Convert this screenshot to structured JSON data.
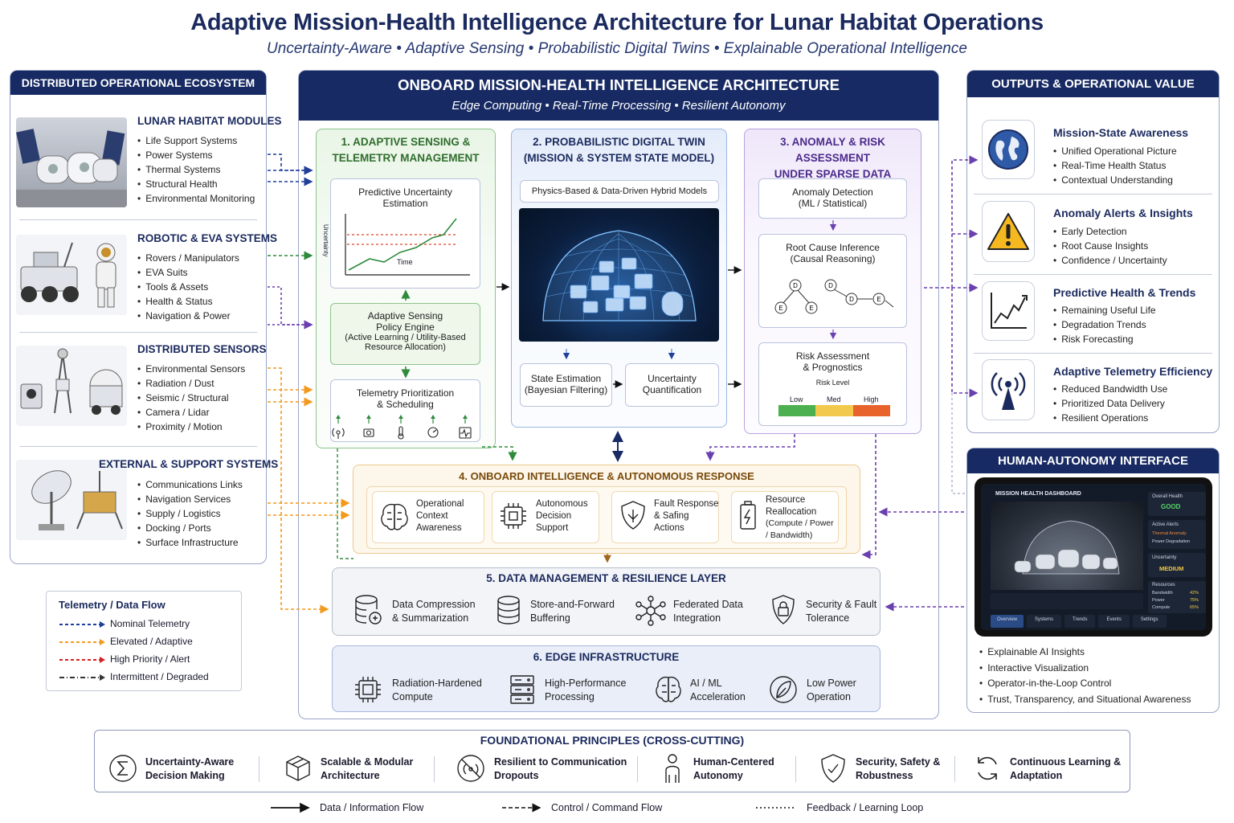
{
  "header": {
    "title": "Adaptive Mission-Health Intelligence Architecture for Lunar Habitat Operations",
    "subtitle": "Uncertainty-Aware • Adaptive Sensing • Probabilistic Digital Twins • Explainable Operational Intelligence"
  },
  "left": {
    "title": "DISTRIBUTED OPERATIONAL ECOSYSTEM",
    "groups": [
      {
        "name": "LUNAR HABITAT MODULES",
        "items": [
          "Life Support Systems",
          "Power Systems",
          "Thermal Systems",
          "Structural Health",
          "Environmental Monitoring"
        ]
      },
      {
        "name": "ROBOTIC & EVA SYSTEMS",
        "items": [
          "Rovers / Manipulators",
          "EVA Suits",
          "Tools & Assets",
          "Health & Status",
          "Navigation & Power"
        ]
      },
      {
        "name": "DISTRIBUTED SENSORS",
        "items": [
          "Environmental Sensors",
          "Radiation / Dust",
          "Seismic / Structural",
          "Camera / Lidar",
          "Proximity / Motion"
        ]
      },
      {
        "name": "EXTERNAL & SUPPORT SYSTEMS",
        "items": [
          "Communications Links",
          "Navigation Services",
          "Supply / Logistics",
          "Docking / Ports",
          "Surface Infrastructure"
        ]
      }
    ]
  },
  "legend": {
    "title": "Telemetry / Data Flow",
    "items": [
      {
        "label": "Nominal Telemetry",
        "color": "#1f3f9a"
      },
      {
        "label": "Elevated / Adaptive",
        "color": "#f39a1e"
      },
      {
        "label": "High Priority / Alert",
        "color": "#d62020"
      },
      {
        "label": "Intermittent / Degraded",
        "color": "#333333"
      }
    ]
  },
  "center": {
    "title": "ONBOARD MISSION-HEALTH INTELLIGENCE ARCHITECTURE",
    "subtitle": "Edge Computing • Real-Time Processing • Resilient Autonomy",
    "s1": {
      "title_l1": "1. ADAPTIVE SENSING &",
      "title_l2": "TELEMETRY MANAGEMENT",
      "chart_title_l1": "Predictive Uncertainty",
      "chart_title_l2": "Estimation",
      "chart_ylabel": "Uncertainty",
      "chart_xlabel": "Time",
      "policy_l1": "Adaptive Sensing",
      "policy_l2": "Policy Engine",
      "policy_d1": "(Active Learning / Utility-Based",
      "policy_d2": "Resource Allocation)",
      "prio_l1": "Telemetry Prioritization",
      "prio_l2": "& Scheduling"
    },
    "s2": {
      "title_l1": "2. PROBABILISTIC DIGITAL TWIN",
      "title_l2": "(MISSION & SYSTEM STATE MODEL)",
      "models": "Physics-Based & Data-Driven Hybrid Models",
      "state_l1": "State Estimation",
      "state_l2": "(Bayesian Filtering)",
      "uq_l1": "Uncertainty",
      "uq_l2": "Quantification"
    },
    "s3": {
      "title_l1": "3. ANOMALY & RISK ASSESSMENT",
      "title_l2": "UNDER SPARSE DATA",
      "anom_l1": "Anomaly Detection",
      "anom_l2": "(ML / Statistical)",
      "root_l1": "Root Cause Inference",
      "root_l2": "(Causal Reasoning)",
      "risk_l1": "Risk Assessment",
      "risk_l2": "& Prognostics",
      "risk_level": "Risk Level",
      "low": "Low",
      "med": "Med",
      "high": "High",
      "node_a": "D",
      "node_b": "E"
    },
    "s4": {
      "title": "4. ONBOARD INTELLIGENCE & AUTONOMOUS RESPONSE",
      "items": [
        {
          "l1": "Operational",
          "l2": "Context",
          "l3": "Awareness"
        },
        {
          "l1": "Autonomous",
          "l2": "Decision",
          "l3": "Support"
        },
        {
          "l1": "Fault Response",
          "l2": "& Safing",
          "l3": "Actions"
        },
        {
          "l1": "Resource",
          "l2": "Reallocation",
          "l3": "(Compute / Power",
          "l4": "/ Bandwidth)"
        }
      ]
    },
    "s5": {
      "title": "5. DATA MANAGEMENT & RESILIENCE LAYER",
      "items": [
        {
          "l1": "Data Compression",
          "l2": "& Summarization"
        },
        {
          "l1": "Store-and-Forward",
          "l2": "Buffering"
        },
        {
          "l1": "Federated Data",
          "l2": "Integration"
        },
        {
          "l1": "Security & Fault",
          "l2": "Tolerance"
        }
      ]
    },
    "s6": {
      "title": "6. EDGE INFRASTRUCTURE",
      "items": [
        {
          "l1": "Radiation-Hardened",
          "l2": "Compute"
        },
        {
          "l1": "High-Performance",
          "l2": "Processing"
        },
        {
          "l1": "AI / ML",
          "l2": "Acceleration"
        },
        {
          "l1": "Low Power",
          "l2": "Operation"
        }
      ]
    }
  },
  "right": {
    "title": "OUTPUTS & OPERATIONAL VALUE",
    "groups": [
      {
        "name": "Mission-State Awareness",
        "items": [
          "Unified Operational Picture",
          "Real-Time Health Status",
          "Contextual Understanding"
        ]
      },
      {
        "name": "Anomaly Alerts & Insights",
        "items": [
          "Early Detection",
          "Root Cause Insights",
          "Confidence / Uncertainty"
        ]
      },
      {
        "name": "Predictive Health & Trends",
        "items": [
          "Remaining Useful Life",
          "Degradation Trends",
          "Risk Forecasting"
        ]
      },
      {
        "name": "Adaptive Telemetry Efficiency",
        "items": [
          "Reduced Bandwidth Use",
          "Prioritized Data Delivery",
          "Resilient Operations"
        ]
      }
    ],
    "hai": {
      "title": "HUMAN-AUTONOMY INTERFACE",
      "dashboard": {
        "title": "MISSION HEALTH DASHBOARD",
        "overall_label": "Overall Health",
        "overall_value": "GOOD",
        "alerts_label": "Active Alerts",
        "alert1": "Thermal Anomaly",
        "alert2": "Power Degradation",
        "unc_label": "Uncertainty",
        "unc_value": "MEDIUM",
        "res_label": "Resources",
        "res": [
          {
            "name": "Bandwidth",
            "value": "42%"
          },
          {
            "name": "Power",
            "value": "75%"
          },
          {
            "name": "Compute",
            "value": "65%"
          }
        ],
        "tabs": [
          "Overview",
          "Systems",
          "Trends",
          "Events",
          "Settings"
        ]
      },
      "items": [
        "Explainable AI Insights",
        "Interactive Visualization",
        "Operator-in-the-Loop Control",
        "Trust, Transparency, and Situational Awareness"
      ]
    }
  },
  "principles": {
    "title": "FOUNDATIONAL PRINCIPLES (CROSS-CUTTING)",
    "items": [
      {
        "l1": "Uncertainty-Aware",
        "l2": "Decision Making",
        "icon": "sigma-icon"
      },
      {
        "l1": "Scalable & Modular",
        "l2": "Architecture",
        "icon": "cube-icon"
      },
      {
        "l1": "Resilient to Communication",
        "l2": "Dropouts",
        "icon": "no-signal-icon"
      },
      {
        "l1": "Human-Centered",
        "l2": "Autonomy",
        "icon": "person-icon"
      },
      {
        "l1": "Security, Safety &",
        "l2": "Robustness",
        "icon": "shield-icon"
      },
      {
        "l1": "Continuous Learning &",
        "l2": "Adaptation",
        "icon": "cycle-icon"
      }
    ]
  },
  "bottom_legend": [
    {
      "label": "Data / Information Flow"
    },
    {
      "label": "Control / Command Flow"
    },
    {
      "label": "Feedback / Learning Loop"
    }
  ],
  "colors": {
    "navy": "#172a63",
    "green": "#3c9a3a",
    "blue": "#4f7fd0",
    "purple": "#7a4fbf",
    "orange": "#e9a23b",
    "red": "#e04b2c",
    "yellow": "#f2c94c",
    "riskgreen": "#4caf50"
  }
}
